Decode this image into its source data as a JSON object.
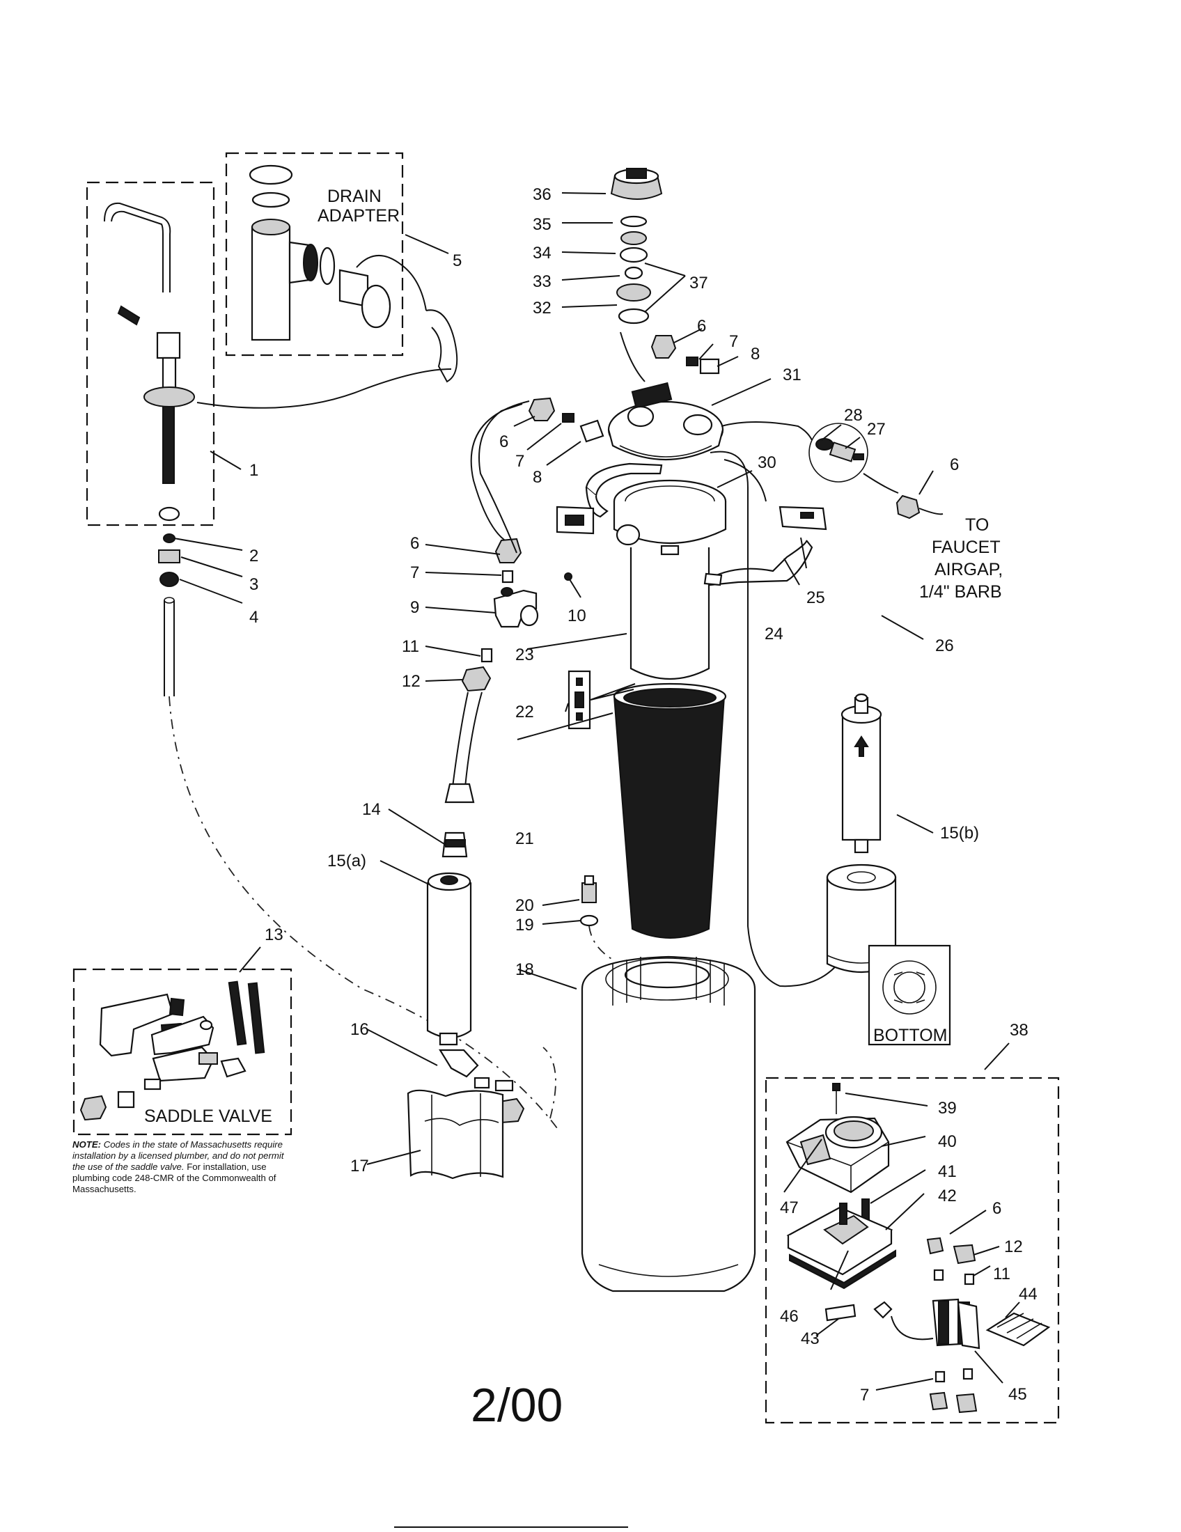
{
  "boxes": {
    "drain_adapter": [
      "DRAIN",
      "ADAPTER"
    ],
    "saddle_valve": "SADDLE VALVE",
    "bottom": "BOTTOM"
  },
  "destination": [
    "TO",
    "FAUCET",
    "AIRGAP,",
    "1/4\" BARB"
  ],
  "note": {
    "head": "NOTE:",
    "italic": "Codes in the state of Massachusetts require installation by a licensed plumber, and do not permit the use of the saddle valve.",
    "plain": "For installation, use plumbing code 248-CMR of the Commonwealth of Massachusetts."
  },
  "footer": "2/00",
  "callouts": [
    {
      "id": "c1",
      "text": "1"
    },
    {
      "id": "c2",
      "text": "2"
    },
    {
      "id": "c3",
      "text": "3"
    },
    {
      "id": "c4",
      "text": "4"
    },
    {
      "id": "c5",
      "text": "5"
    },
    {
      "id": "c6a",
      "text": "6"
    },
    {
      "id": "c6b",
      "text": "6"
    },
    {
      "id": "c6c",
      "text": "6"
    },
    {
      "id": "c6d",
      "text": "6"
    },
    {
      "id": "c6e",
      "text": "6"
    },
    {
      "id": "c7a",
      "text": "7"
    },
    {
      "id": "c7b",
      "text": "7"
    },
    {
      "id": "c7c",
      "text": "7"
    },
    {
      "id": "c7d",
      "text": "7"
    },
    {
      "id": "c8a",
      "text": "8"
    },
    {
      "id": "c8b",
      "text": "8"
    },
    {
      "id": "c9",
      "text": "9"
    },
    {
      "id": "c10",
      "text": "10"
    },
    {
      "id": "c11a",
      "text": "11"
    },
    {
      "id": "c11b",
      "text": "11"
    },
    {
      "id": "c12a",
      "text": "12"
    },
    {
      "id": "c12b",
      "text": "12"
    },
    {
      "id": "c13",
      "text": "13"
    },
    {
      "id": "c14",
      "text": "14"
    },
    {
      "id": "c15a",
      "text": "15(a)"
    },
    {
      "id": "c15b",
      "text": "15(b)"
    },
    {
      "id": "c16",
      "text": "16"
    },
    {
      "id": "c17",
      "text": "17"
    },
    {
      "id": "c18",
      "text": "18"
    },
    {
      "id": "c19",
      "text": "19"
    },
    {
      "id": "c20",
      "text": "20"
    },
    {
      "id": "c21",
      "text": "21"
    },
    {
      "id": "c22",
      "text": "22"
    },
    {
      "id": "c23",
      "text": "23"
    },
    {
      "id": "c24",
      "text": "24"
    },
    {
      "id": "c25",
      "text": "25"
    },
    {
      "id": "c26",
      "text": "26"
    },
    {
      "id": "c27",
      "text": "27"
    },
    {
      "id": "c28",
      "text": "28"
    },
    {
      "id": "c30",
      "text": "30"
    },
    {
      "id": "c31",
      "text": "31"
    },
    {
      "id": "c32",
      "text": "32"
    },
    {
      "id": "c33",
      "text": "33"
    },
    {
      "id": "c34",
      "text": "34"
    },
    {
      "id": "c35",
      "text": "35"
    },
    {
      "id": "c36",
      "text": "36"
    },
    {
      "id": "c37",
      "text": "37"
    },
    {
      "id": "c38",
      "text": "38"
    },
    {
      "id": "c39",
      "text": "39"
    },
    {
      "id": "c40",
      "text": "40"
    },
    {
      "id": "c41",
      "text": "41"
    },
    {
      "id": "c42",
      "text": "42"
    },
    {
      "id": "c43",
      "text": "43"
    },
    {
      "id": "c44",
      "text": "44"
    },
    {
      "id": "c45",
      "text": "45"
    },
    {
      "id": "c46",
      "text": "46"
    },
    {
      "id": "c47",
      "text": "47"
    }
  ]
}
